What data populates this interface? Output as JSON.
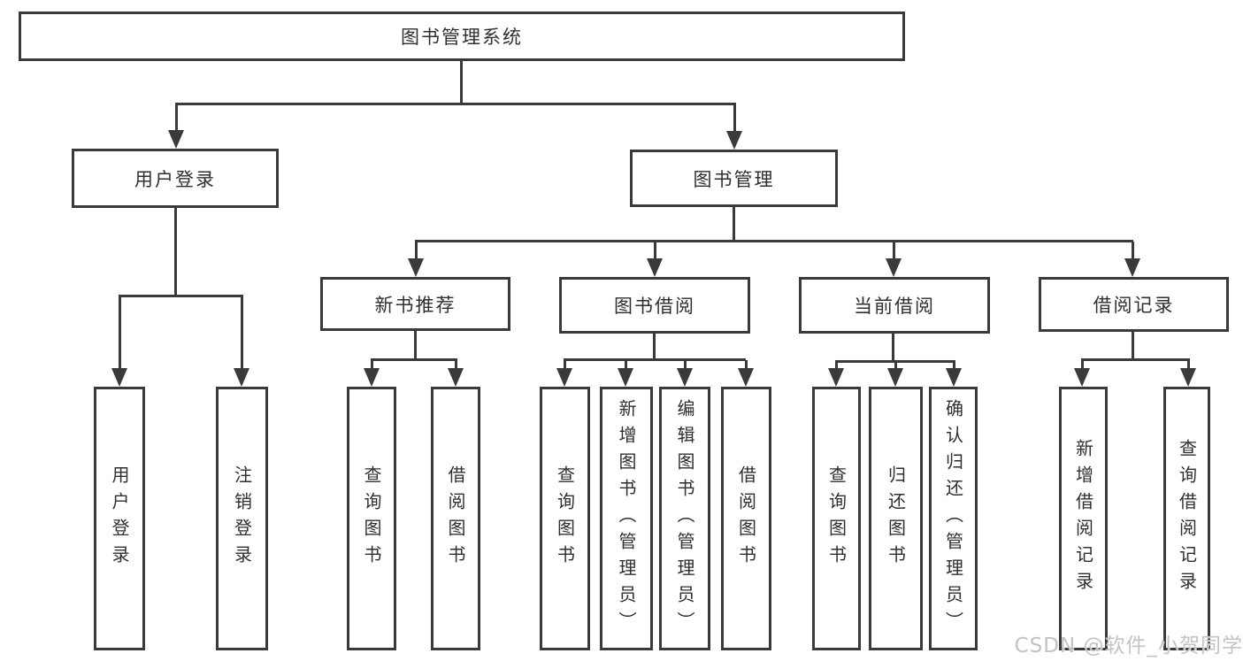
{
  "diagram": {
    "title": "图书管理系统",
    "level2": {
      "user_login": "用户登录",
      "book_management": "图书管理"
    },
    "level3": {
      "new_book_recommend": "新书推荐",
      "book_borrow": "图书借阅",
      "current_borrow": "当前借阅",
      "borrow_records": "借阅记录"
    },
    "leaves": {
      "login": [
        "用户登录",
        "注销登录"
      ],
      "recommend": [
        "查询图书",
        "借阅图书"
      ],
      "borrow": [
        "查询图书",
        "新增图书（管理员）",
        "编辑图书（管理员）",
        "借阅图书"
      ],
      "current": [
        "查询图书",
        "归还图书",
        "确认归还（管理员）"
      ],
      "records": [
        "新增借阅记录",
        "查询借阅记录"
      ]
    }
  },
  "watermark": "CSDN @软件_小贺同学",
  "colors": {
    "line": "#3a3a3a",
    "text": "#2f2f2f",
    "watermark": "#c3c3c3",
    "background": "#ffffff"
  }
}
